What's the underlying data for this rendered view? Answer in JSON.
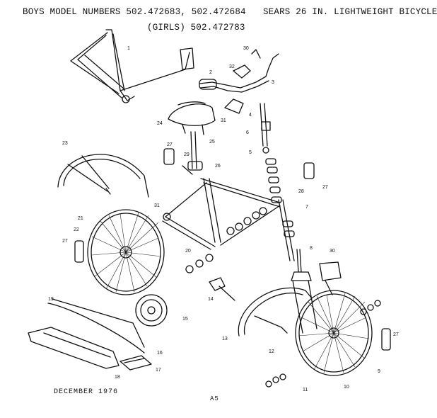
{
  "header": {
    "line1": "BOYS MODEL NUMBERS 502.472683, 502.472684",
    "line2": "(GIRLS)    502.472783",
    "title": "SEARS 26 IN. LIGHTWEIGHT BICYCLE"
  },
  "footer": {
    "date": "DECEMBER 1976",
    "page": "A5"
  },
  "callouts": [
    {
      "id": "1",
      "label": "1"
    },
    {
      "id": "2",
      "label": "2"
    },
    {
      "id": "3",
      "label": "3"
    },
    {
      "id": "4",
      "label": "4"
    },
    {
      "id": "5",
      "label": "5"
    },
    {
      "id": "6",
      "label": "6"
    },
    {
      "id": "7",
      "label": "7"
    },
    {
      "id": "8",
      "label": "8"
    },
    {
      "id": "9",
      "label": "9"
    },
    {
      "id": "10",
      "label": "10"
    },
    {
      "id": "11",
      "label": "11"
    },
    {
      "id": "12",
      "label": "12"
    },
    {
      "id": "13",
      "label": "13"
    },
    {
      "id": "14",
      "label": "14"
    },
    {
      "id": "15",
      "label": "15"
    },
    {
      "id": "16",
      "label": "16"
    },
    {
      "id": "17",
      "label": "17"
    },
    {
      "id": "18",
      "label": "18"
    },
    {
      "id": "19",
      "label": "19"
    },
    {
      "id": "20",
      "label": "20"
    },
    {
      "id": "21",
      "label": "21"
    },
    {
      "id": "22",
      "label": "22"
    },
    {
      "id": "23",
      "label": "23"
    },
    {
      "id": "24",
      "label": "24"
    },
    {
      "id": "25",
      "label": "25"
    },
    {
      "id": "26",
      "label": "26"
    },
    {
      "id": "27a",
      "label": "27"
    },
    {
      "id": "27b",
      "label": "27"
    },
    {
      "id": "27c",
      "label": "27"
    },
    {
      "id": "27d",
      "label": "27"
    },
    {
      "id": "28",
      "label": "28"
    },
    {
      "id": "29",
      "label": "29"
    },
    {
      "id": "30a",
      "label": "30"
    },
    {
      "id": "30b",
      "label": "30"
    },
    {
      "id": "31a",
      "label": "31"
    },
    {
      "id": "31b",
      "label": "31"
    },
    {
      "id": "32",
      "label": "32"
    }
  ]
}
